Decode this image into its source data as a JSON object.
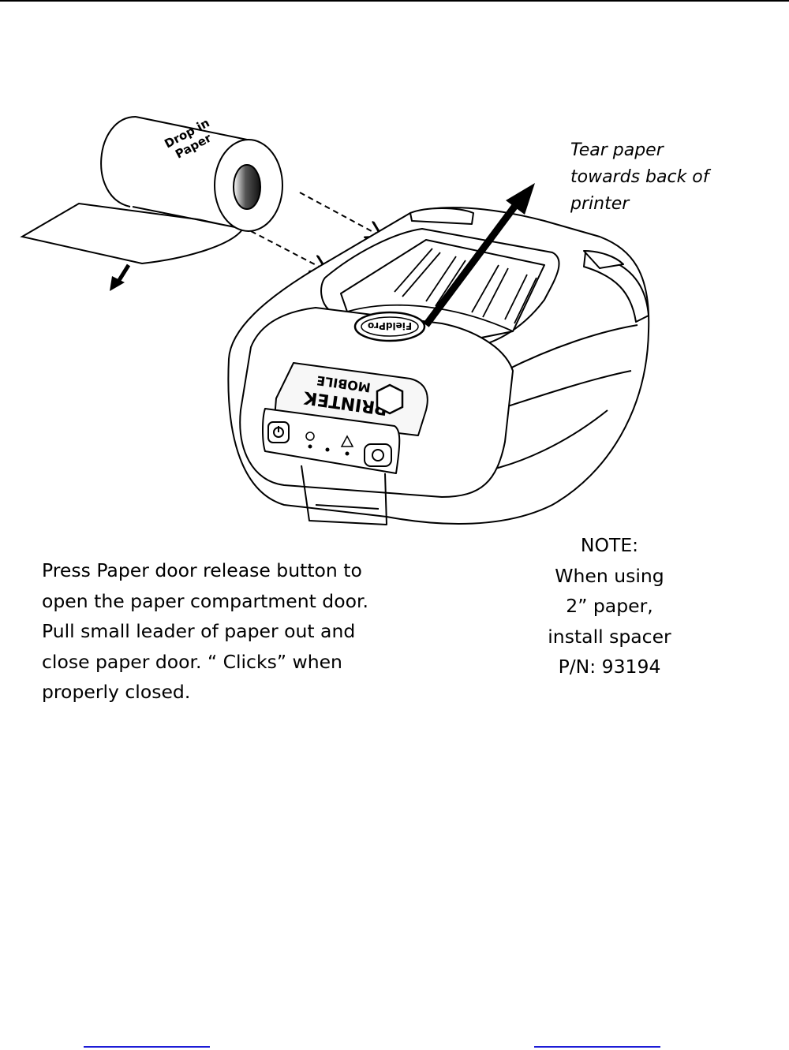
{
  "roll_label": {
    "line1": "Drop in",
    "line2": "Paper"
  },
  "tear_caption": [
    "Tear paper",
    "towards back of",
    "printer"
  ],
  "printer_brand": {
    "line1": "PRINTEK",
    "line2": "MOBILE"
  },
  "door_button_label": "FieldPro",
  "instructions": [
    "Press Paper door release button to",
    "open the paper compartment door.",
    "Pull small leader of paper out and",
    "close paper door. “ Clicks” when",
    "properly closed."
  ],
  "note": [
    "NOTE:",
    "When using",
    "2” paper,",
    "install spacer",
    "P/N: 93194"
  ]
}
